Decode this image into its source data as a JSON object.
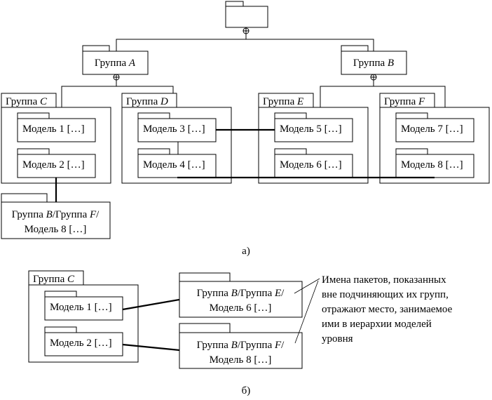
{
  "diagram_a": {
    "caption": "а)",
    "root_package": {
      "label": ""
    },
    "groups_level1": [
      {
        "id": "A",
        "prefix": "Группа ",
        "letter": "A"
      },
      {
        "id": "B",
        "prefix": "Группа ",
        "letter": "B"
      }
    ],
    "groups_level2": [
      {
        "id": "C",
        "prefix": "Группа ",
        "letter": "C",
        "parent": "A",
        "models": [
          "Модель 1 […]",
          "Модель 2 […]"
        ]
      },
      {
        "id": "D",
        "prefix": "Группа ",
        "letter": "D",
        "parent": "A",
        "models": [
          "Модель 3 […]",
          "Модель 4 […]"
        ]
      },
      {
        "id": "E",
        "prefix": "Группа ",
        "letter": "E",
        "parent": "B",
        "models": [
          "Модель 5 […]",
          "Модель 6 […]"
        ]
      },
      {
        "id": "F",
        "prefix": "Группа ",
        "letter": "F",
        "parent": "B",
        "models": [
          "Модель 7 […]",
          "Модель 8 […]"
        ]
      }
    ],
    "external_package": {
      "line1": [
        "Группа ",
        "B",
        "/Группа ",
        "F",
        "/"
      ],
      "line2": "Модель 8 […]"
    },
    "connections": [
      {
        "from": "Модель 2",
        "to": "Группа B/Группа F/Модель 8"
      },
      {
        "from": "Модель 3",
        "to": "Модель 5"
      },
      {
        "from": "Модель 4",
        "to": "Модель 8"
      },
      {
        "from": "Модель 3",
        "to": "Модель 4"
      }
    ]
  },
  "diagram_b": {
    "caption": "б)",
    "group": {
      "prefix": "Группа ",
      "letter": "C",
      "models": [
        "Модель 1 […]",
        "Модель 2 […]"
      ]
    },
    "external_packages": [
      {
        "line1": [
          "Группа ",
          "B",
          "/Группа ",
          "E",
          "/"
        ],
        "line2": "Модель 6 […]"
      },
      {
        "line1": [
          "Группа ",
          "B",
          "/Группа ",
          "F",
          "/"
        ],
        "line2": "Модель 8 […]"
      }
    ],
    "note_lines": [
      "Имена пакетов, показанных",
      "вне подчиняющих их групп,",
      "отражают место, занимаемое",
      "ими в иерархии моделей",
      "уровня"
    ]
  }
}
